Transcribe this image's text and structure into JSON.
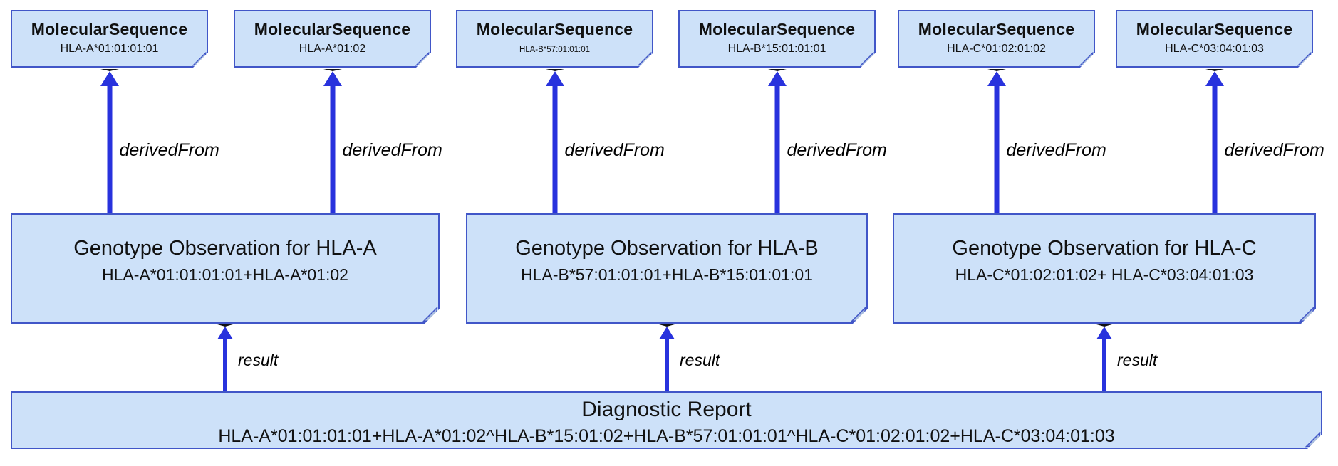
{
  "diagram": {
    "molecular_sequences": [
      {
        "title": "MolecularSequence",
        "subtitle": "HLA-A*01:01:01:01",
        "small": false
      },
      {
        "title": "MolecularSequence",
        "subtitle": "HLA-A*01:02",
        "small": false
      },
      {
        "title": "MolecularSequence",
        "subtitle": "HLA-B*57:01:01:01",
        "small": true
      },
      {
        "title": "MolecularSequence",
        "subtitle": "HLA-B*15:01:01:01",
        "small": false
      },
      {
        "title": "MolecularSequence",
        "subtitle": "HLA-C*01:02:01:02",
        "small": false
      },
      {
        "title": "MolecularSequence",
        "subtitle": "HLA-C*03:04:01:03",
        "small": false
      }
    ],
    "genotype_observations": [
      {
        "title": "Genotype Observation for HLA-A",
        "subtitle": "HLA-A*01:01:01:01+HLA-A*01:02"
      },
      {
        "title": "Genotype Observation for HLA-B",
        "subtitle": "HLA-B*57:01:01:01+HLA-B*15:01:01:01"
      },
      {
        "title": "Genotype Observation for HLA-C",
        "subtitle": "HLA-C*01:02:01:02+ HLA-C*03:04:01:03"
      }
    ],
    "diagnostic_report": {
      "title": "Diagnostic Report",
      "subtitle": "HLA-A*01:01:01:01+HLA-A*01:02^HLA-B*15:01:02+HLA-B*57:01:01:01^HLA-C*01:02:01:02+HLA-C*03:04:01:03"
    },
    "labels": {
      "derived_from": "derivedFrom",
      "result": "result"
    },
    "colors": {
      "box_fill": "#cde1f9",
      "box_border": "#4156c8",
      "arrow": "#2832dd",
      "fold_fill": "#a9bddf"
    }
  }
}
